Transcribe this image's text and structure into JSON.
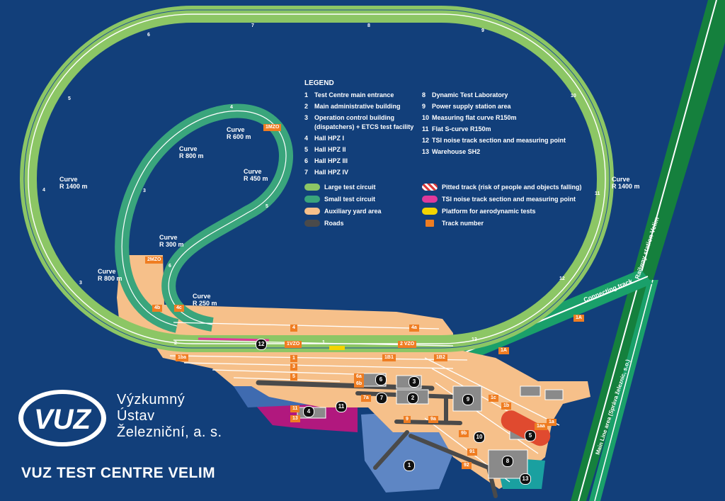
{
  "legend": {
    "title": "LEGEND",
    "items_left": [
      {
        "num": "1",
        "text": "Test Centre main entrance"
      },
      {
        "num": "2",
        "text": "Main administrative building"
      },
      {
        "num": "3",
        "text": "Operation control building\n(dispatchers) + ETCS test facility"
      },
      {
        "num": "4",
        "text": "Hall HPZ I"
      },
      {
        "num": "5",
        "text": "Hall HPZ II"
      },
      {
        "num": "6",
        "text": "Hall HPZ III"
      },
      {
        "num": "7",
        "text": "Hall HPZ IV"
      }
    ],
    "items_right": [
      {
        "num": "8",
        "text": "Dynamic Test Laboratory"
      },
      {
        "num": "9",
        "text": "Power supply station area"
      },
      {
        "num": "10",
        "text": "Measuring flat curve R150m"
      },
      {
        "num": "11",
        "text": "Flat S-curve R150m"
      },
      {
        "num": "12",
        "text": "TSI noise track section and measuring point"
      },
      {
        "num": "13",
        "text": "Warehouse SH2"
      }
    ],
    "swatches_left": [
      {
        "label": "Large test circuit",
        "color": "#8cc665"
      },
      {
        "label": "Small test circuit",
        "color": "#3aa57c"
      },
      {
        "label": "Auxiliary yard area",
        "color": "#f6c08a"
      },
      {
        "label": "Roads",
        "color": "#4a4a4a"
      }
    ],
    "swatches_right": [
      {
        "label": "Pitted track (risk of people and objects falling)",
        "color": "#e03a3a"
      },
      {
        "label": "TSI noise track section and measuring point",
        "color": "#e0399b"
      },
      {
        "label": "Platform for aerodynamic tests",
        "color": "#f4d400"
      },
      {
        "label": "Track number",
        "color": "#ef7d22"
      }
    ]
  },
  "curve_labels": {
    "large_left": "Curve\nR 1400 m",
    "large_right": "Curve\nR 1400 m",
    "r600": "Curve\nR 600 m",
    "r800_top": "Curve\nR 800 m",
    "r450": "Curve\nR 450 m",
    "r300": "Curve\nR 300 m",
    "r800_left": "Curve\nR 800 m",
    "r250": "Curve\nR  250 m"
  },
  "track_badges": [
    "1MZO",
    "2MZO",
    "4b",
    "4c",
    "4",
    "1VZO",
    "2 VZO",
    "4a",
    "1",
    "1ba",
    "1B1",
    "1B2",
    "1A",
    "1A",
    "3",
    "5",
    "6a",
    "6b",
    "7a",
    "9",
    "9a",
    "9b",
    "91",
    "92",
    "1c",
    "1b",
    "1aa",
    "1a",
    "11",
    "13"
  ],
  "building_numbers": [
    "1",
    "2",
    "3",
    "4",
    "5",
    "6",
    "7",
    "8",
    "9",
    "10",
    "11",
    "12",
    "13"
  ],
  "km_markers": [
    "6",
    "7",
    "8",
    "9",
    "10",
    "11",
    "12",
    "13",
    "1",
    "2",
    "3",
    "4",
    "5",
    "4",
    "5",
    "6",
    "3"
  ],
  "side_labels": {
    "connecting": "Connecting track",
    "railway_station": "Railway station Velim",
    "main_line": "Main Line area (Správa železnic, s.o.)"
  },
  "logo": {
    "mark": "VUZ",
    "line1": "Výzkumný",
    "line2": "Ústav",
    "line3": "Železniční, a. s."
  },
  "title": "VUZ TEST CENTRE VELIM",
  "colors": {
    "background": "#123f7a",
    "large_circuit": "#8cc665",
    "small_circuit": "#3aa57c",
    "yard": "#f6c08a",
    "roads": "#4a4a4a",
    "track_number": "#ef7d22",
    "noise": "#e0399b",
    "platform": "#f4d400",
    "main_line": "#15803d"
  }
}
